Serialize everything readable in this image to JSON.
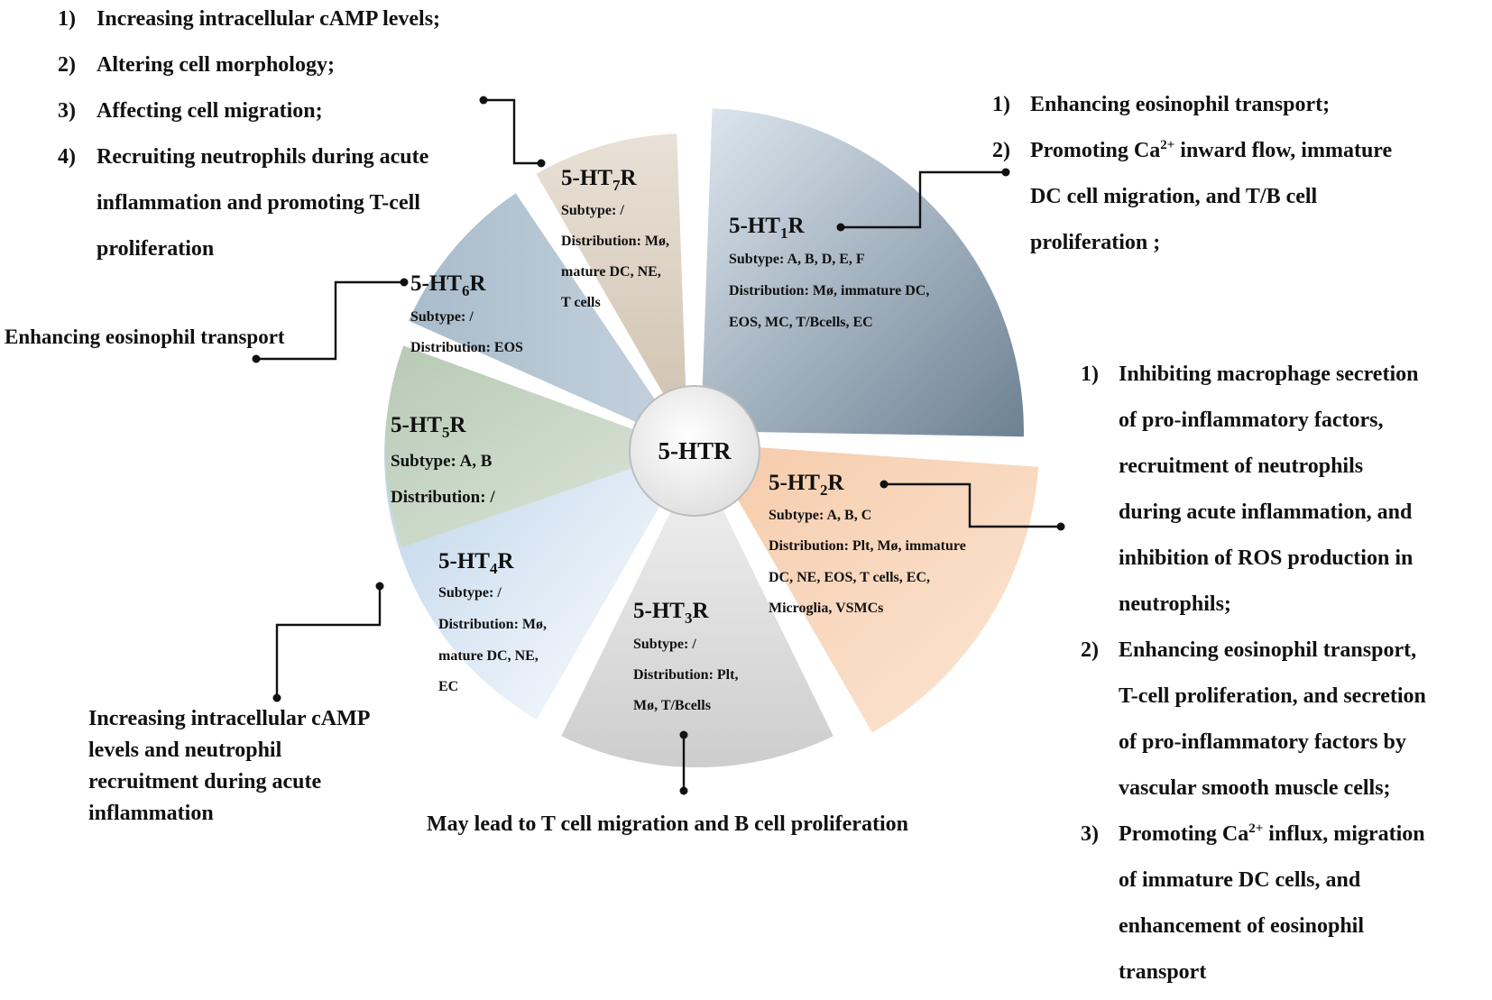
{
  "diagram": {
    "center": "5-HTR",
    "receptors": [
      {
        "id": "ht1",
        "title": "5-HT1R",
        "subtype": "Subtype: A, B, D, E, F",
        "distribution": [
          "Distribution: Mø, immature DC,",
          "EOS, MC, T/Bcells, EC"
        ]
      },
      {
        "id": "ht2",
        "title": "5-HT2R",
        "subtype": "Subtype: A, B, C",
        "distribution": [
          "Distribution: Plt, Mø, immature",
          "DC, NE, EOS, T cells, EC,",
          "Microglia, VSMCs"
        ]
      },
      {
        "id": "ht3",
        "title": "5-HT3R",
        "subtype": "Subtype: /",
        "distribution": [
          "Distribution: Plt,",
          "Mø, T/Bcells"
        ]
      },
      {
        "id": "ht4",
        "title": "5-HT4R",
        "subtype": "Subtype: /",
        "distribution": [
          "Distribution: Mø,",
          "mature DC, NE,",
          "EC"
        ]
      },
      {
        "id": "ht5",
        "title": "5-HT5R",
        "subtype": "Subtype: A, B",
        "distribution": [
          "Distribution: /"
        ]
      },
      {
        "id": "ht6",
        "title": "5-HT6R",
        "subtype": "Subtype: /",
        "distribution": [
          "Distribution: EOS"
        ]
      },
      {
        "id": "ht7",
        "title": "5-HT7R",
        "subtype": "Subtype: /",
        "distribution": [
          "Distribution: Mø,",
          "mature DC, NE,",
          "T cells"
        ]
      }
    ],
    "effects": {
      "ht7": [
        {
          "num": "1)",
          "text": "Increasing intracellular cAMP levels;"
        },
        {
          "num": "2)",
          "text": "Altering cell morphology;"
        },
        {
          "num": "3)",
          "text": "Affecting cell migration;"
        },
        {
          "num": "4)",
          "text": "Recruiting neutrophils during acute",
          "cont": [
            "inflammation and promoting T-cell",
            "proliferation"
          ]
        }
      ],
      "ht1": [
        {
          "num": "1)",
          "text": "Enhancing eosinophil transport;"
        },
        {
          "num": "2)",
          "pre": "Promoting Ca",
          "sup": "2+",
          "post": " inward flow, immature",
          "cont": [
            "DC cell migration, and T/B cell",
            "proliferation ;"
          ]
        }
      ],
      "ht6": "Enhancing eosinophil transport",
      "ht2": [
        {
          "num": "1)",
          "text": "Inhibiting macrophage secretion",
          "cont": [
            "of pro-inflammatory factors,",
            "recruitment of neutrophils",
            "during acute inflammation, and",
            "inhibition of ROS production in",
            "neutrophils;"
          ]
        },
        {
          "num": "2)",
          "text": "Enhancing eosinophil transport,",
          "cont": [
            "T-cell proliferation, and secretion",
            "of pro-inflammatory factors by",
            "vascular smooth muscle cells;"
          ]
        },
        {
          "num": "3)",
          "pre": "Promoting Ca",
          "sup": "2+",
          "post": " influx, migration",
          "cont": [
            "of immature DC cells, and",
            "enhancement of eosinophil",
            "transport"
          ]
        }
      ],
      "ht4": [
        "Increasing intracellular cAMP",
        "levels and neutrophil",
        "recruitment during acute",
        "inflammation"
      ],
      "ht3": "May lead to T cell migration and B cell proliferation"
    }
  }
}
